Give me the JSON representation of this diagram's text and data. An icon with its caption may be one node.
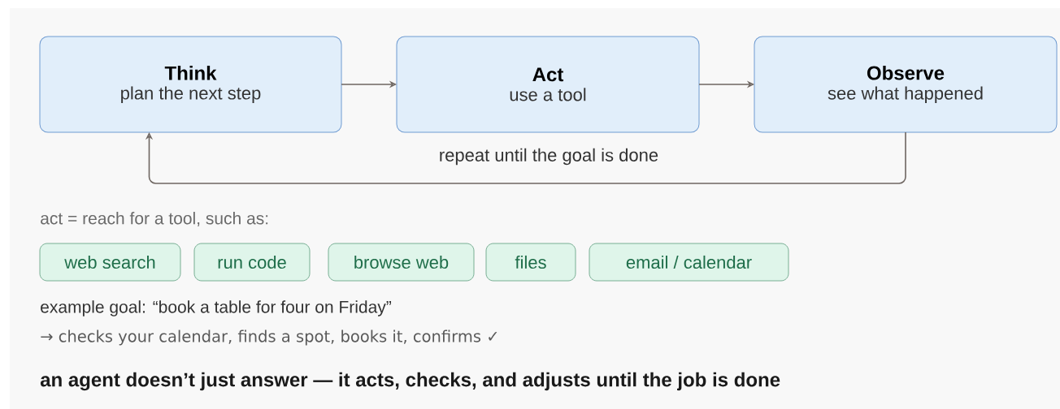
{
  "diagram": {
    "caption": "an agent doesn’t just answer — it acts, checks, and adjusts until the job is done",
    "nodes": [
      {
        "text": [
          "Think",
          "plan the next step"
        ]
      },
      {
        "text": [
          "Act",
          "use a tool"
        ]
      },
      {
        "text": [
          "Observe",
          "see what happened"
        ]
      },
      {
        "text": [
          "web search"
        ]
      },
      {
        "text": [
          "run code"
        ]
      },
      {
        "text": [
          "browse web"
        ]
      },
      {
        "text": [
          "files"
        ]
      },
      {
        "text": [
          "email / calendar"
        ]
      }
    ],
    "edges": [
      {
        "from": 0,
        "to": 1,
        "arrow": "to"
      },
      {
        "from": 1,
        "to": 2,
        "arrow": "to"
      },
      {
        "from": 2,
        "to": 0,
        "arrow": "to",
        "label": "repeat until the goal is done"
      }
    ],
    "labels": [
      "act = reach for a tool, such as:",
      "example goal: “book a table for four on Friday”",
      "→ checks your calendar, finds a spot, books it, confirms ✓"
    ]
  }
}
